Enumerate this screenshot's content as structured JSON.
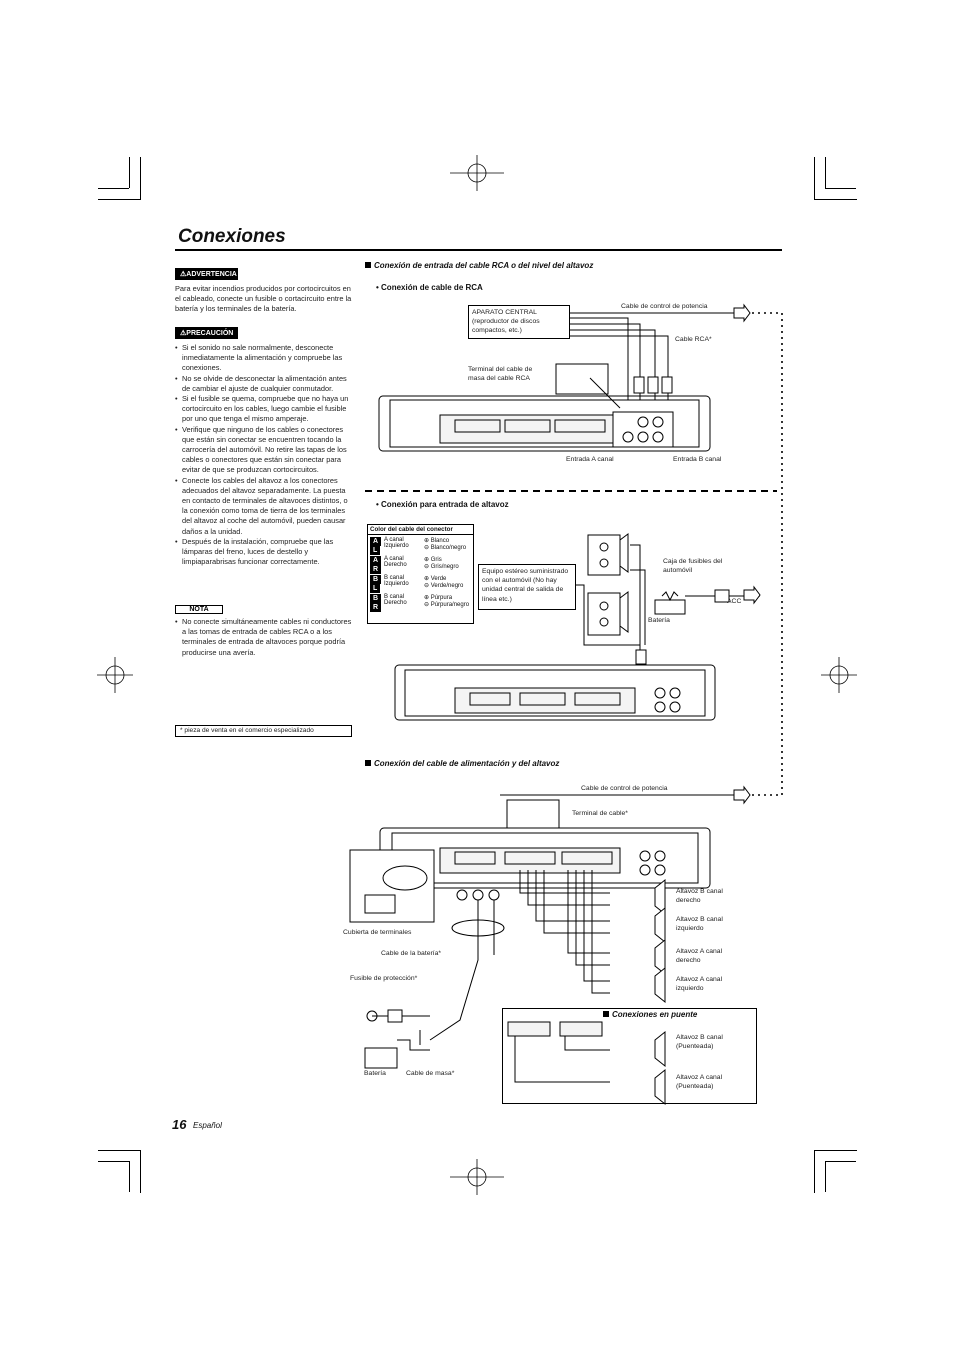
{
  "page": {
    "title": "Conexiones",
    "page_number": "16",
    "language": "Español"
  },
  "left_column": {
    "warning_label": "⚠ADVERTENCIA",
    "warning_text": "Para evitar incendios producidos por cortocircuitos en el cableado, conecte un fusible o cortacircuito entre la batería y los terminales de la batería.",
    "caution_label": "⚠PRECAUCIÓN",
    "caution_items": [
      "Si el sonido no sale normalmente, desconecte inmediatamente la alimentación y compruebe las conexiones.",
      "No se olvide de desconectar la alimentación antes de cambiar el ajuste de cualquier conmutador.",
      "Si el fusible se quema, compruebe que no haya un cortocircuito en los cables, luego cambie el fusible por uno que tenga el mismo amperaje.",
      "Verifique que ninguno de los cables o conectores que están sin conectar se encuentren tocando la carrocería del automóvil. No retire las tapas de los cables o conectores que están sin conectar para evitar de que se produzcan cortocircuitos.",
      "Conecte los cables del altavoz a los conectores adecuados del altavoz separadamente. La puesta en contacto de terminales de altavoces distintos, o la conexión como toma de tierra de los terminales del altavoz al coche del automóvil, pueden causar daños a la unidad.",
      "Después de la instalación, compruebe que las lámparas del freno, luces de destello y limpiaparabrisas funcionar correctamente."
    ],
    "note_label": "NOTA",
    "note_items": [
      "No conecte simultáneamente cables ni conductores a las tomas de entrada de cables RCA o a los terminales de entrada de altavoces porque podría producirse una avería."
    ],
    "footnote": "* pieza de venta en el comercio especializado"
  },
  "section_rca": {
    "heading": "Conexión de entrada del cable RCA o del nivel del altavoz",
    "subheading": "• Conexión de cable de RCA",
    "labels": {
      "central_unit": "APARATO CENTRAL (reproductor de discos compactos, etc.)",
      "power_control": "Cable de control de potencia",
      "rca_cable": "Cable RCA*",
      "ground_terminal": "Terminal del cable de masa del cable RCA",
      "input_a": "Entrada A canal",
      "input_b": "Entrada B canal"
    }
  },
  "section_speaker_input": {
    "subheading": "• Conexión para entrada de altavoz",
    "color_table_title": "Color del cable del conector",
    "color_rows": [
      {
        "ch": "A",
        "side": "L",
        "name1": "A canal",
        "name2": "Izquierdo",
        "plus": "Blanco",
        "minus": "Blanco/negro"
      },
      {
        "ch": "A",
        "side": "R",
        "name1": "A canal",
        "name2": "Derecho",
        "plus": "Gris",
        "minus": "Gris/negro"
      },
      {
        "ch": "B",
        "side": "L",
        "name1": "B canal",
        "name2": "Izquierdo",
        "plus": "Verde",
        "minus": "Verde/negro"
      },
      {
        "ch": "B",
        "side": "R",
        "name1": "B canal",
        "name2": "Derecho",
        "plus": "Púrpura",
        "minus": "Púrpura/negro"
      }
    ],
    "labels": {
      "stereo": "Equipo estéreo suministrado con el automóvil (No hay unidad central de salida de línea etc.)",
      "fuse_box": "Caja de fusibles del automóvil",
      "acc": "ACC",
      "battery": "Batería"
    }
  },
  "section_power": {
    "heading": "Conexión del cable de alimentación y del altavoz",
    "labels": {
      "power_control": "Cable de control de potencia",
      "cable_terminal": "Terminal de cable*",
      "terminal_cover": "Cubierta de terminales",
      "battery_cable": "Cable de la batería*",
      "fuse": "Fusible de protección*",
      "battery": "Batería",
      "ground_cable": "Cable de masa*",
      "speakers": [
        "Altavoz B canal derecho",
        "Altavoz B canal izquierdo",
        "Altavoz A canal derecho",
        "Altavoz A canal izquierdo"
      ]
    },
    "bridge": {
      "heading": "Conexiones en puente",
      "speakers": [
        "Altavoz B canal (Puenteada)",
        "Altavoz A canal (Puenteada)"
      ]
    }
  }
}
